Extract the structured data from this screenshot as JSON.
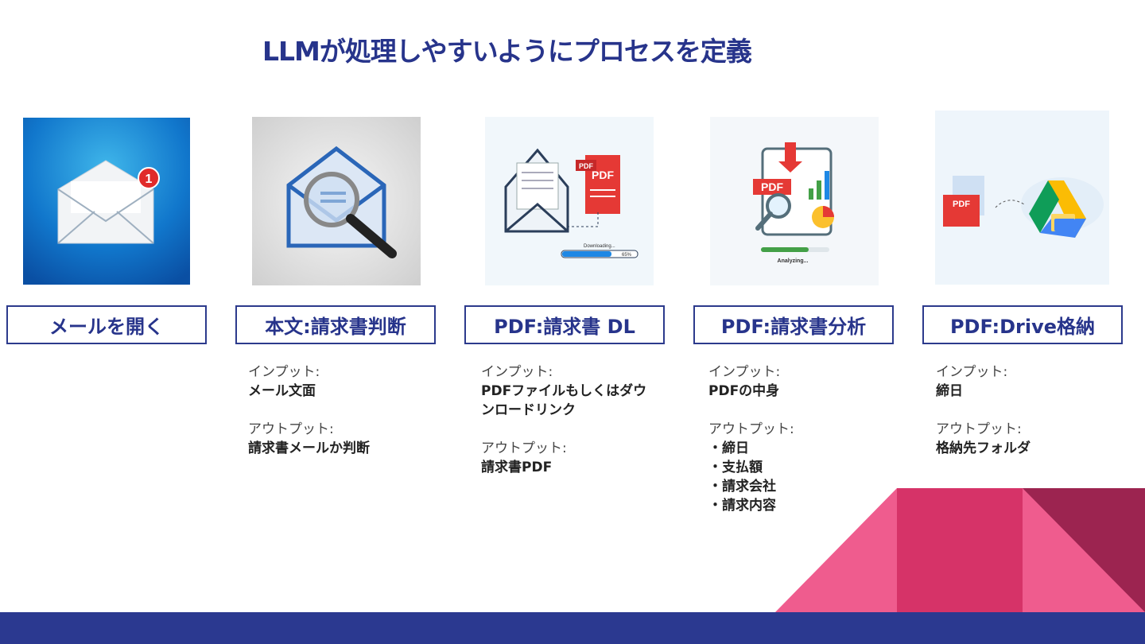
{
  "title": "LLMが処理しやすいようにプロセスを定義",
  "steps": [
    {
      "label": "メールを開く",
      "image": "mail-notification-icon"
    },
    {
      "label": "本文:請求書判断",
      "image": "mail-magnifier-icon",
      "input_label": "インプット:",
      "input_value": "メール文面",
      "output_label": "アウトプット:",
      "output_values": [
        "請求書メールか判断"
      ]
    },
    {
      "label": "PDF:請求書 DL",
      "image": "pdf-download-icon",
      "input_label": "インプット:",
      "input_value": "PDFファイルもしくはダウンロードリンク",
      "output_label": "アウトプット:",
      "output_values": [
        "請求書PDF"
      ],
      "image_texts": {
        "pdf1": "PDF",
        "pdf2": "PDF",
        "status": "Downloading...",
        "percent": "65%"
      }
    },
    {
      "label": "PDF:請求書分析",
      "image": "pdf-analysis-icon",
      "input_label": "インプット:",
      "input_value": "PDFの中身",
      "output_label": "アウトプット:",
      "output_values": [
        "・締日",
        "・支払額",
        "・請求会社",
        "・請求内容"
      ],
      "image_texts": {
        "pdf": "PDF",
        "status": "Analyzing..."
      }
    },
    {
      "label": "PDF:Drive格納",
      "image": "pdf-to-drive-icon",
      "input_label": "インプット:",
      "input_value": "締日",
      "output_label": "アウトプット:",
      "output_values": [
        "格納先フォルダ"
      ],
      "image_texts": {
        "pdf": "PDF"
      }
    }
  ],
  "badge": "1",
  "colors": {
    "accent": "#27348b",
    "footer": "#2b3990",
    "pink1": "#ef5c8e",
    "pink2": "#d63368",
    "pink3": "#9c2450"
  }
}
